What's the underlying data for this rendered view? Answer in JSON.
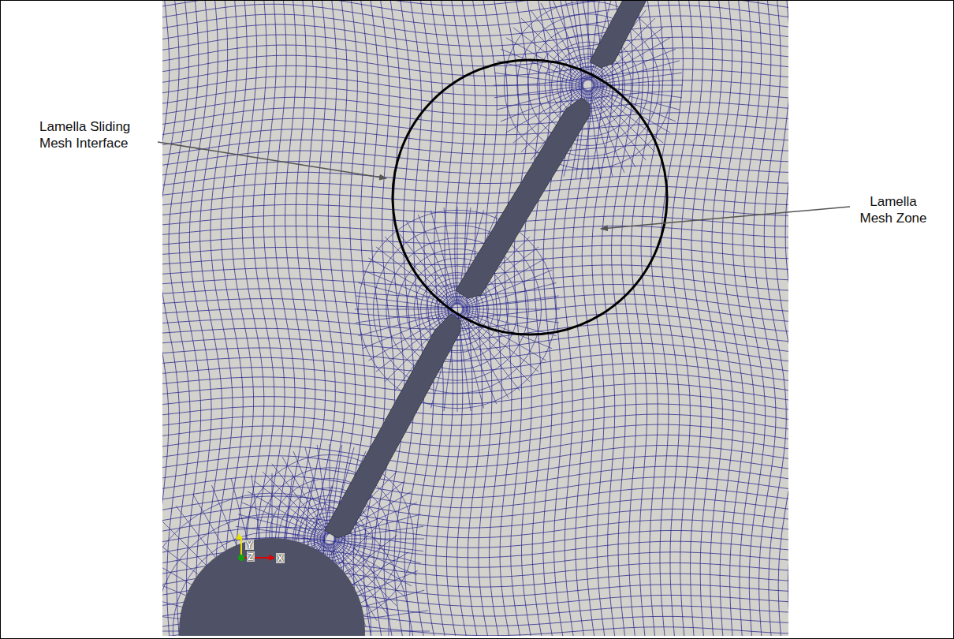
{
  "diagram": {
    "labels": [
      "Lamella Sliding Mesh Interface",
      "Lamella Mesh Zone",
      "Y",
      "Z",
      "X"
    ]
  }
}
